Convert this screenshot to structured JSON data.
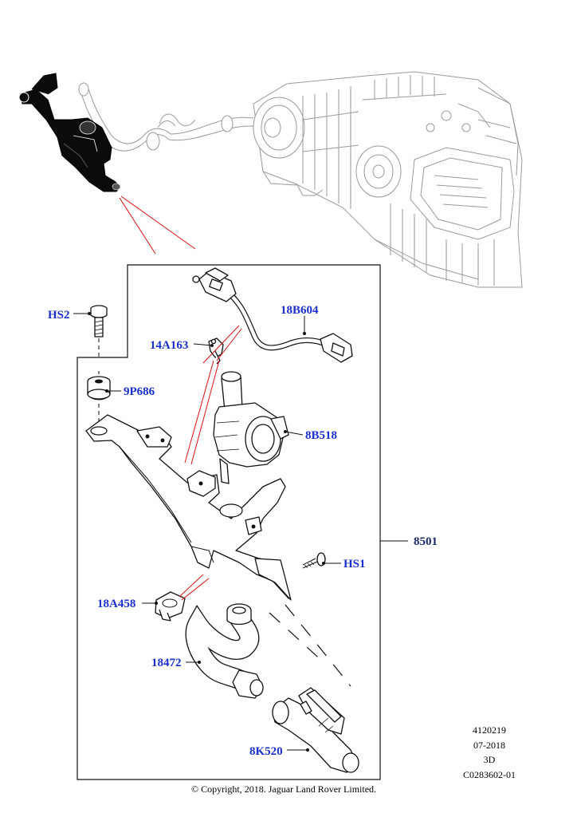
{
  "callouts": {
    "hs2": "HS2",
    "p9p686": "9P686",
    "p14a163": "14A163",
    "p18b604": "18B604",
    "p8b518": "8B518",
    "p8501": "8501",
    "hs1": "HS1",
    "p18a458": "18A458",
    "p18472": "18472",
    "p8k520": "8K520"
  },
  "meta": {
    "line1": "4120219",
    "line2": "07-2018",
    "line3": "3D",
    "line4": "C0283602-01"
  },
  "copyright": "© Copyright, 2018. Jaguar Land Rover Limited.",
  "colors": {
    "callout": "#1a2fd0",
    "leader_red": "#e01010",
    "background_art": "#9a9a9a"
  }
}
